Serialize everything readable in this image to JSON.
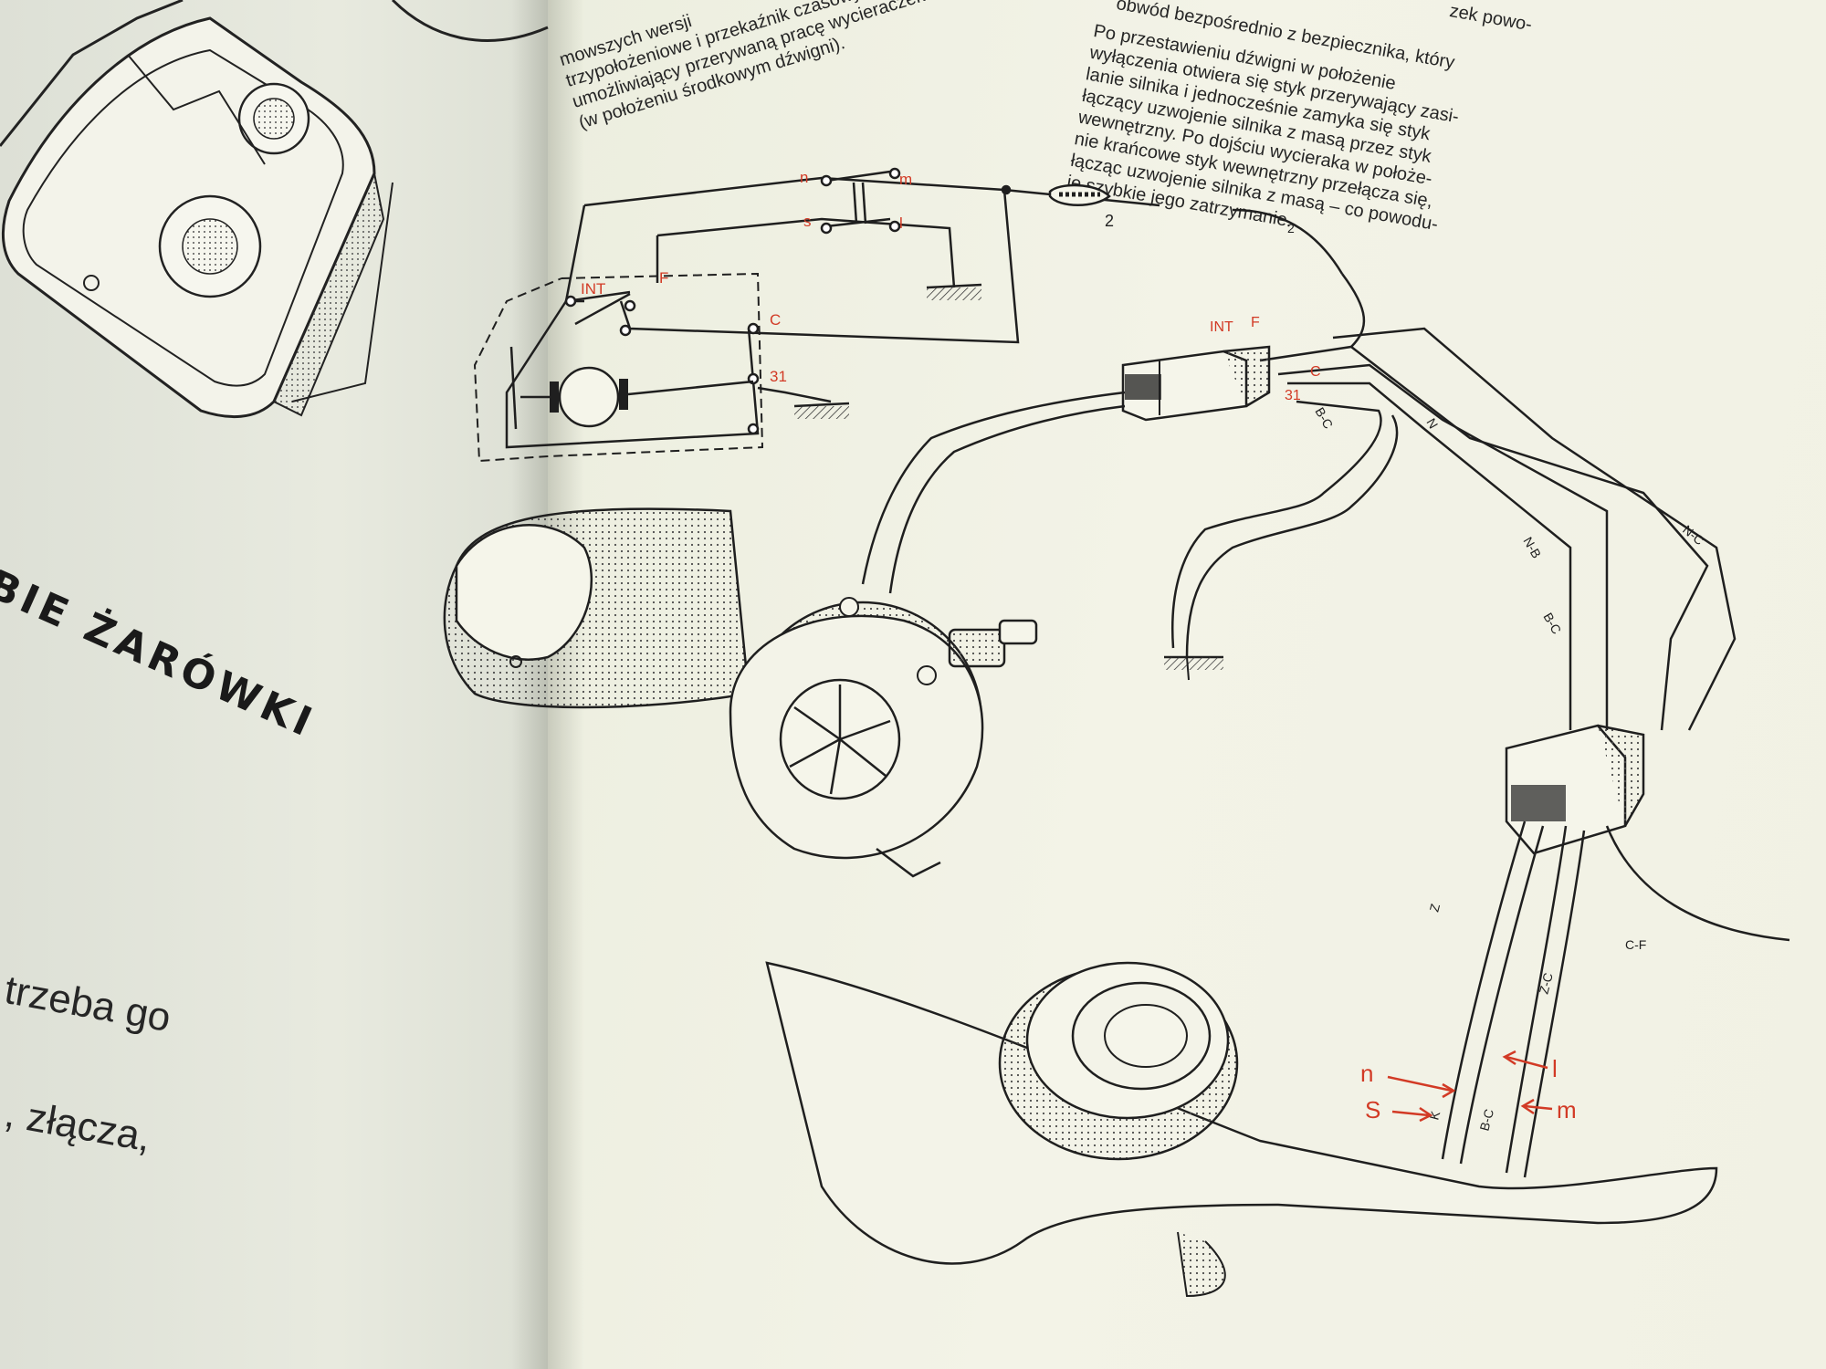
{
  "left_page": {
    "heading": "BIE ŻARÓWKI",
    "line1": "trzeba go",
    "line2": ", złącza,"
  },
  "right_page": {
    "left_paragraph": [
      "mowszych wersji",
      "trzypołożeniowe i przekaźnik czasowy,",
      "umożliwiający przerywaną pracę wycieraczek",
      "(w położeniu środkowym dźwigni)."
    ],
    "right_paragraph": [
      "Po przestawieniu dźwigni w położenie",
      "wyłączenia otwiera się styk przerywający zasi-",
      "lanie silnika i jednocześnie zamyka się styk",
      "łączący uzwojenie silnika z masą przez styk",
      "wewnętrzny. Po dojściu wycieraka w położe-",
      "nie krańcowe styk wewnętrzny przełącza się,",
      "łącząc uzwojenie silnika z masą – co powodu-",
      "je szybkie jego zatrzymanie."
    ],
    "top_fragment": "zek powo-",
    "top_fragment_2": "obwód bezpośrednio z bezpiecznika, który"
  },
  "schematic_labels": {
    "n": "n",
    "m": "m",
    "s": "s",
    "l": "l",
    "int": "INT",
    "f": "F",
    "c": "C",
    "ground31": "31",
    "fuse": "2"
  },
  "wiring_labels": {
    "connector_int": "INT",
    "connector_f": "F",
    "connector_c": "C",
    "connector_31": "31",
    "fuse2": "2",
    "wire_bc": "B-C",
    "wire_n": "N",
    "wire_nb": "N-B",
    "wire_bc2": "B-C",
    "wire_nc": "N-C",
    "wire_z": "Z",
    "wire_zc": "Z-C",
    "wire_cf": "C-F",
    "wire_k": "K",
    "wire_bc3": "B-C",
    "arrow_n": "n",
    "arrow_s": "S",
    "arrow_l": "l",
    "arrow_m": "m"
  },
  "colors": {
    "ink": "#1f1f1f",
    "red": "#d23a25",
    "paper": "#f1f1e4"
  }
}
